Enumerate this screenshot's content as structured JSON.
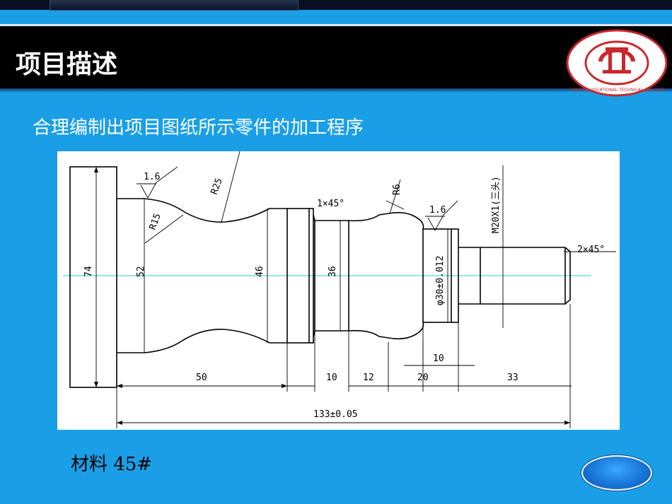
{
  "header": {
    "title": "项目描述",
    "logo_text": "SANGZHI VOCATIONAL TECHNICAL COLLEGE"
  },
  "description": "合理编制出项目图纸所示零件的加工程序",
  "drawing": {
    "labels": {
      "dia_74": "74",
      "dia_52": "52",
      "dia_46": "46",
      "dia_36": "36",
      "dia_30": "φ30±0.012",
      "rough_1": "1.6",
      "rough_2": "1.6",
      "r25": "R25",
      "r15": "R15",
      "r6": "R6",
      "chamfer_1": "1×45°",
      "chamfer_2": "2×45°",
      "thread": "M20X1(三头)",
      "len_50": "50",
      "len_10a": "10",
      "len_12": "12",
      "len_20": "20",
      "len_10b": "10",
      "len_33": "33",
      "total": "133±0.05"
    }
  },
  "material": "材料 45#"
}
